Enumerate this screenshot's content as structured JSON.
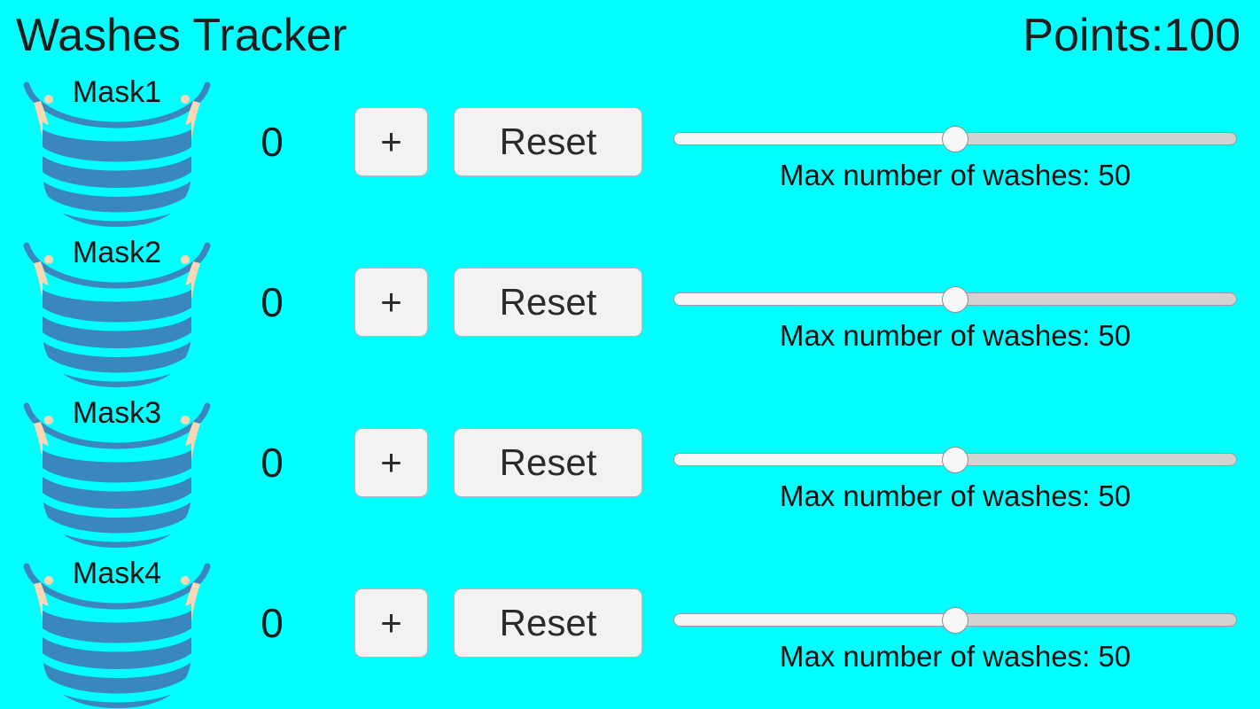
{
  "app": {
    "title": "Washes Tracker",
    "background_color": "#00FFFF",
    "text_color": "#1c1c1c"
  },
  "header": {
    "title": "Washes Tracker",
    "points_label": "Points:",
    "points_value": "100",
    "points_text": "Points:100"
  },
  "colors": {
    "background": "#00FFFF",
    "mask_body": "#3a87bd",
    "mask_strap": "#3a87bd",
    "mask_ear": "#f7d4b0",
    "button_face": "#f2f2f2",
    "button_border": "#b8b8b8",
    "slider_track": "#d2d2d2",
    "slider_fill": "#f5f5f5",
    "slider_thumb": "#f7f7f7",
    "text": "#1c1c1c"
  },
  "controls": {
    "increment_label": "+",
    "reset_label": "Reset",
    "slider_caption_prefix": "Max number of washes: ",
    "slider_min": 0,
    "slider_max": 100,
    "icon_names": {
      "mask": "mask-icon",
      "increment": "plus-icon"
    }
  },
  "rows": [
    {
      "mask_label": "Mask1",
      "count": "0",
      "increment_label": "+",
      "reset_label": "Reset",
      "max_washes": "50",
      "slider_caption": "Max number of washes: 50",
      "slider_percent": 50
    },
    {
      "mask_label": "Mask2",
      "count": "0",
      "increment_label": "+",
      "reset_label": "Reset",
      "max_washes": "50",
      "slider_caption": "Max number of washes: 50",
      "slider_percent": 50
    },
    {
      "mask_label": "Mask3",
      "count": "0",
      "increment_label": "+",
      "reset_label": "Reset",
      "max_washes": "50",
      "slider_caption": "Max number of washes: 50",
      "slider_percent": 50
    },
    {
      "mask_label": "Mask4",
      "count": "0",
      "increment_label": "+",
      "reset_label": "Reset",
      "max_washes": "50",
      "slider_caption": "Max number of washes: 50",
      "slider_percent": 50
    }
  ]
}
